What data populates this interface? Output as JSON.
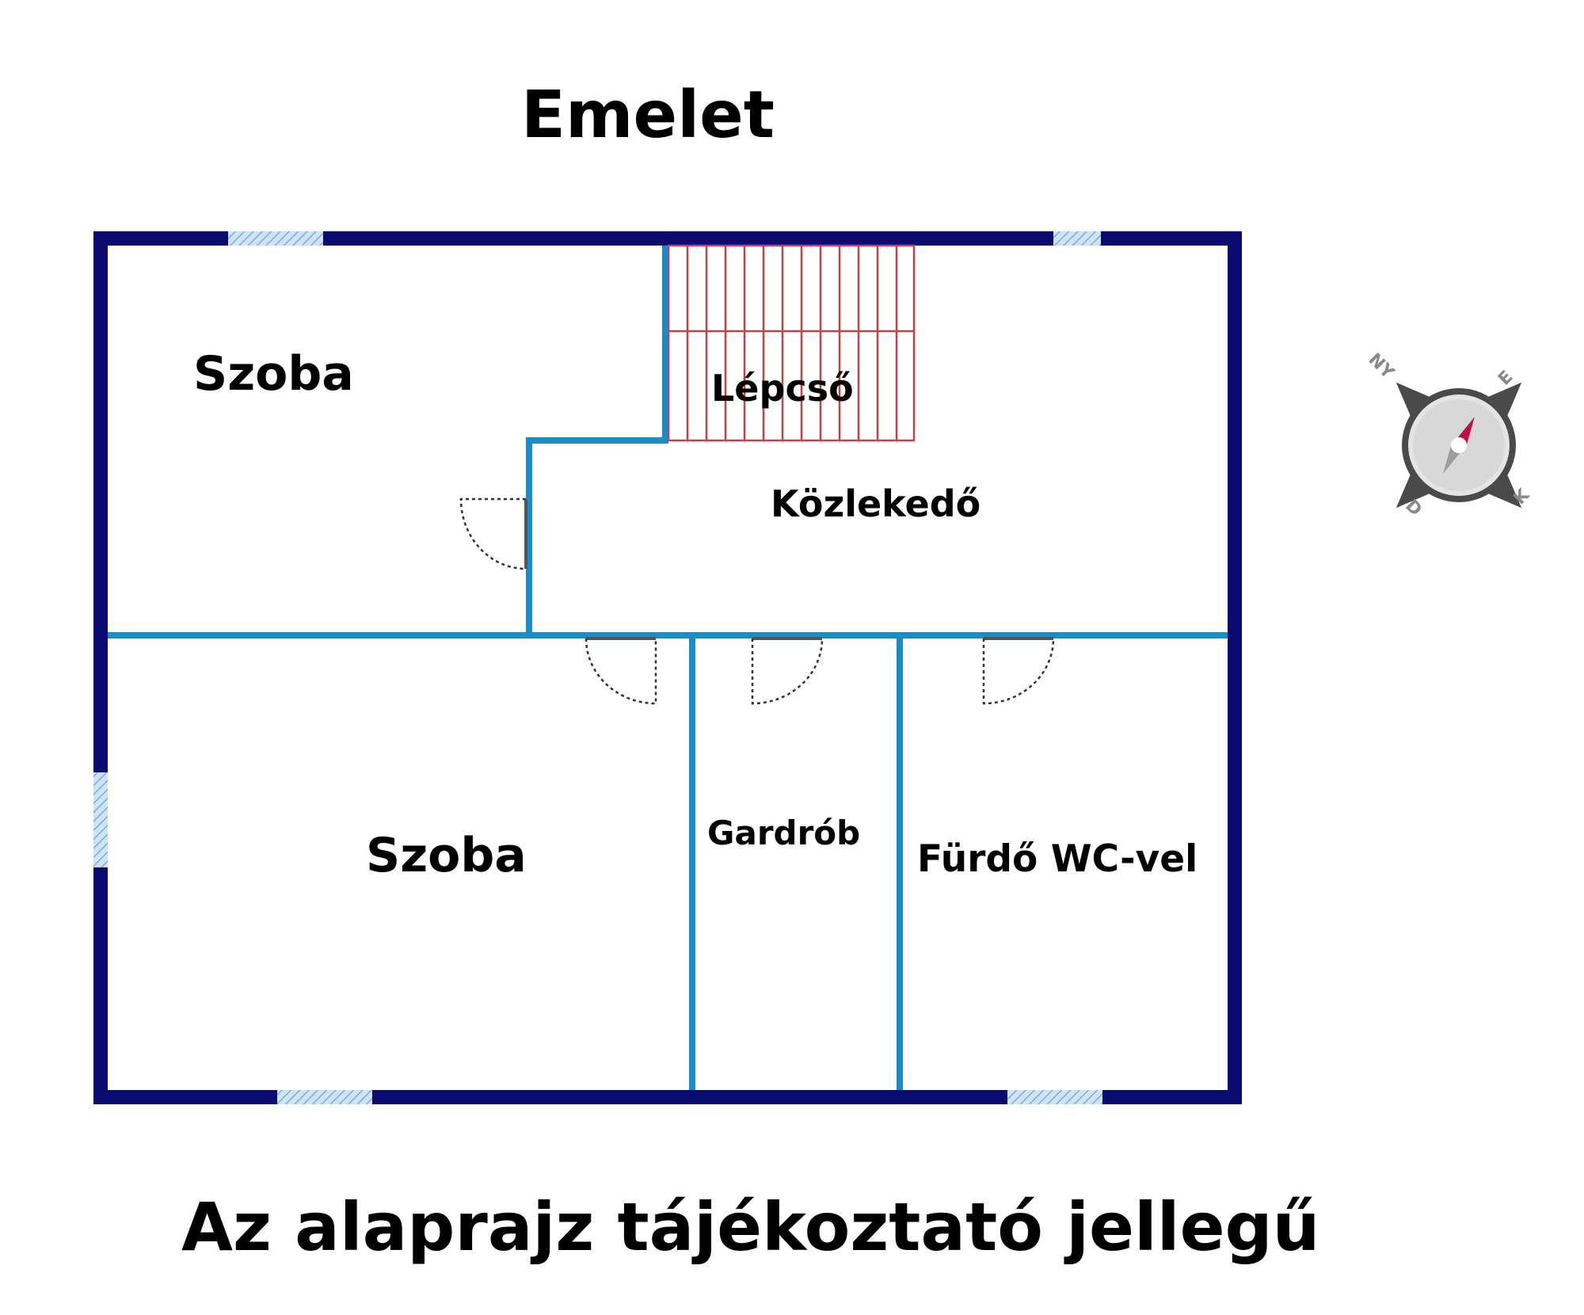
{
  "title": "Emelet",
  "footer": "Az alaprajz tájékoztató jellegű",
  "rooms": {
    "szoba_top": "Szoba",
    "lepcso": "Lépcső",
    "kozlekedo": "Közlekedő",
    "szoba_bottom": "Szoba",
    "gardrob": "Gardrób",
    "furdo": "Fürdő WC-vel"
  },
  "compass": {
    "north_west": "NY",
    "east": "E",
    "south": "D",
    "south_east": "K"
  },
  "colors": {
    "outer_wall": "#0b0b72",
    "inner_wall": "#1a8cc6",
    "stairs": "#c0454a",
    "window": "#a8c8e8",
    "compass_needle": "#c0104a"
  }
}
